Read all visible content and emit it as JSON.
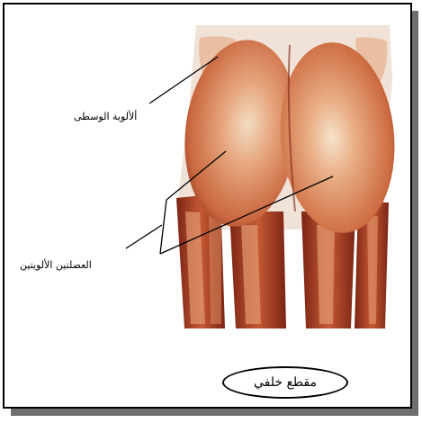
{
  "labels": {
    "gluteus_medius": "ألألوية الوسطى",
    "gluteus_maximus": "العضلتين الألويتين"
  },
  "caption": "مقطع خلفي",
  "colors": {
    "muscle": "#c9673f",
    "muscle_dark": "#8a2e1a",
    "fascia": "#f0e2d6",
    "frame": "#000000",
    "shadow": "#6e6e6e"
  }
}
